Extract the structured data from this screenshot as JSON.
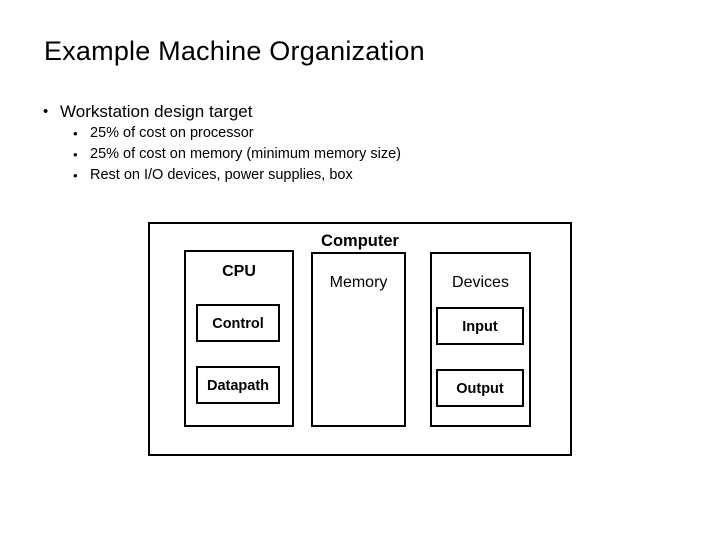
{
  "slide": {
    "title": "Example Machine Organization",
    "bullet_char": "•"
  },
  "bullets": {
    "level1": "Workstation design target",
    "level2": [
      "25% of cost on processor",
      "25% of cost on memory (minimum memory size)",
      "Rest on I/O devices, power supplies, box"
    ]
  },
  "diagram": {
    "computer": "Computer",
    "cpu": "CPU",
    "control": "Control",
    "datapath": "Datapath",
    "memory": "Memory",
    "devices": "Devices",
    "input": "Input",
    "output": "Output"
  },
  "colors": {
    "background": "#ffffff",
    "text": "#000000",
    "box_border": "#000000",
    "box_shadow": "#c9c9c9"
  }
}
